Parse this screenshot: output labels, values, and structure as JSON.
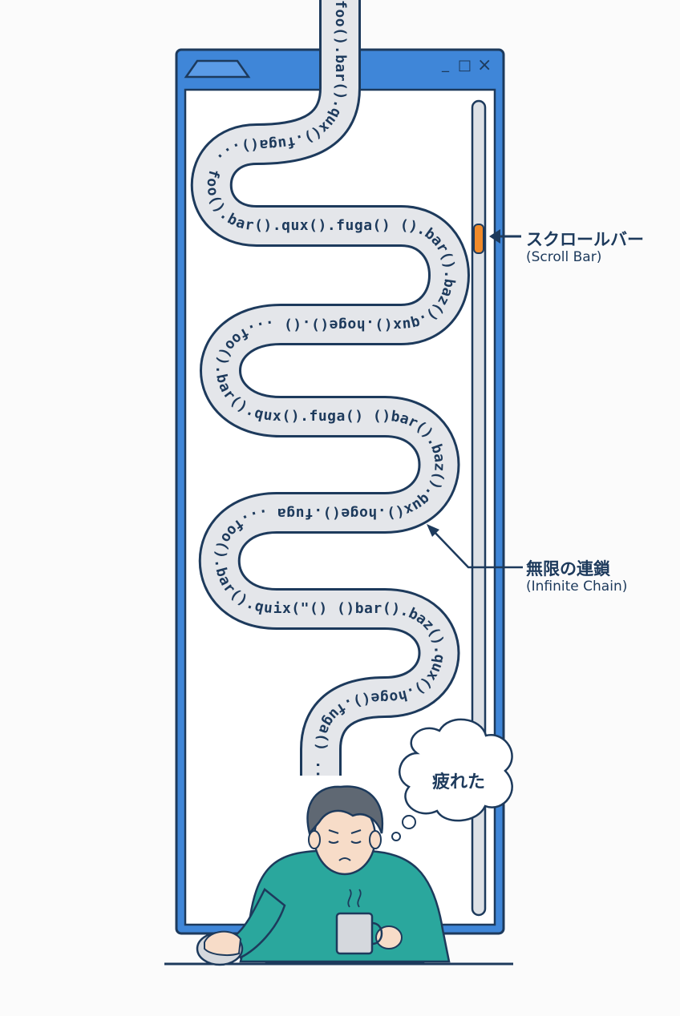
{
  "window": {
    "controls": {
      "minimize": "_",
      "maximize": "□",
      "close": "×"
    }
  },
  "chain_segments": [
    "foo().bar().qux().fuga()...",
    "foo().bar().qux().fuga()",
    "().bar().baz().qux().hoge().()",
    "...foo().bar().qux().fuga()",
    "()bar().baz().qux().hoge().fuga",
    "...foo().bar().quix(\"()",
    "()bar().baz().qux().hoge().fuga()",
    "... foo()....'"
  ],
  "annotations": {
    "scrollbar": {
      "ja": "スクロールバー",
      "en": "(Scroll Bar)"
    },
    "chain": {
      "ja": "無限の連鎖",
      "en": "(Infinite Chain)"
    }
  },
  "thought_bubble": {
    "text": "疲れた"
  },
  "colors": {
    "window_frame": "#3f86d8",
    "window_outline": "#1d3a5c",
    "chain_fill": "#e4e6ea",
    "scroll_thumb": "#f08a2a",
    "shirt": "#2aa79d",
    "ink": "#1d3a5c"
  },
  "icons": {
    "arrow": "left-arrow-icon",
    "mouse": "mouse-icon",
    "mug": "coffee-mug-icon"
  }
}
